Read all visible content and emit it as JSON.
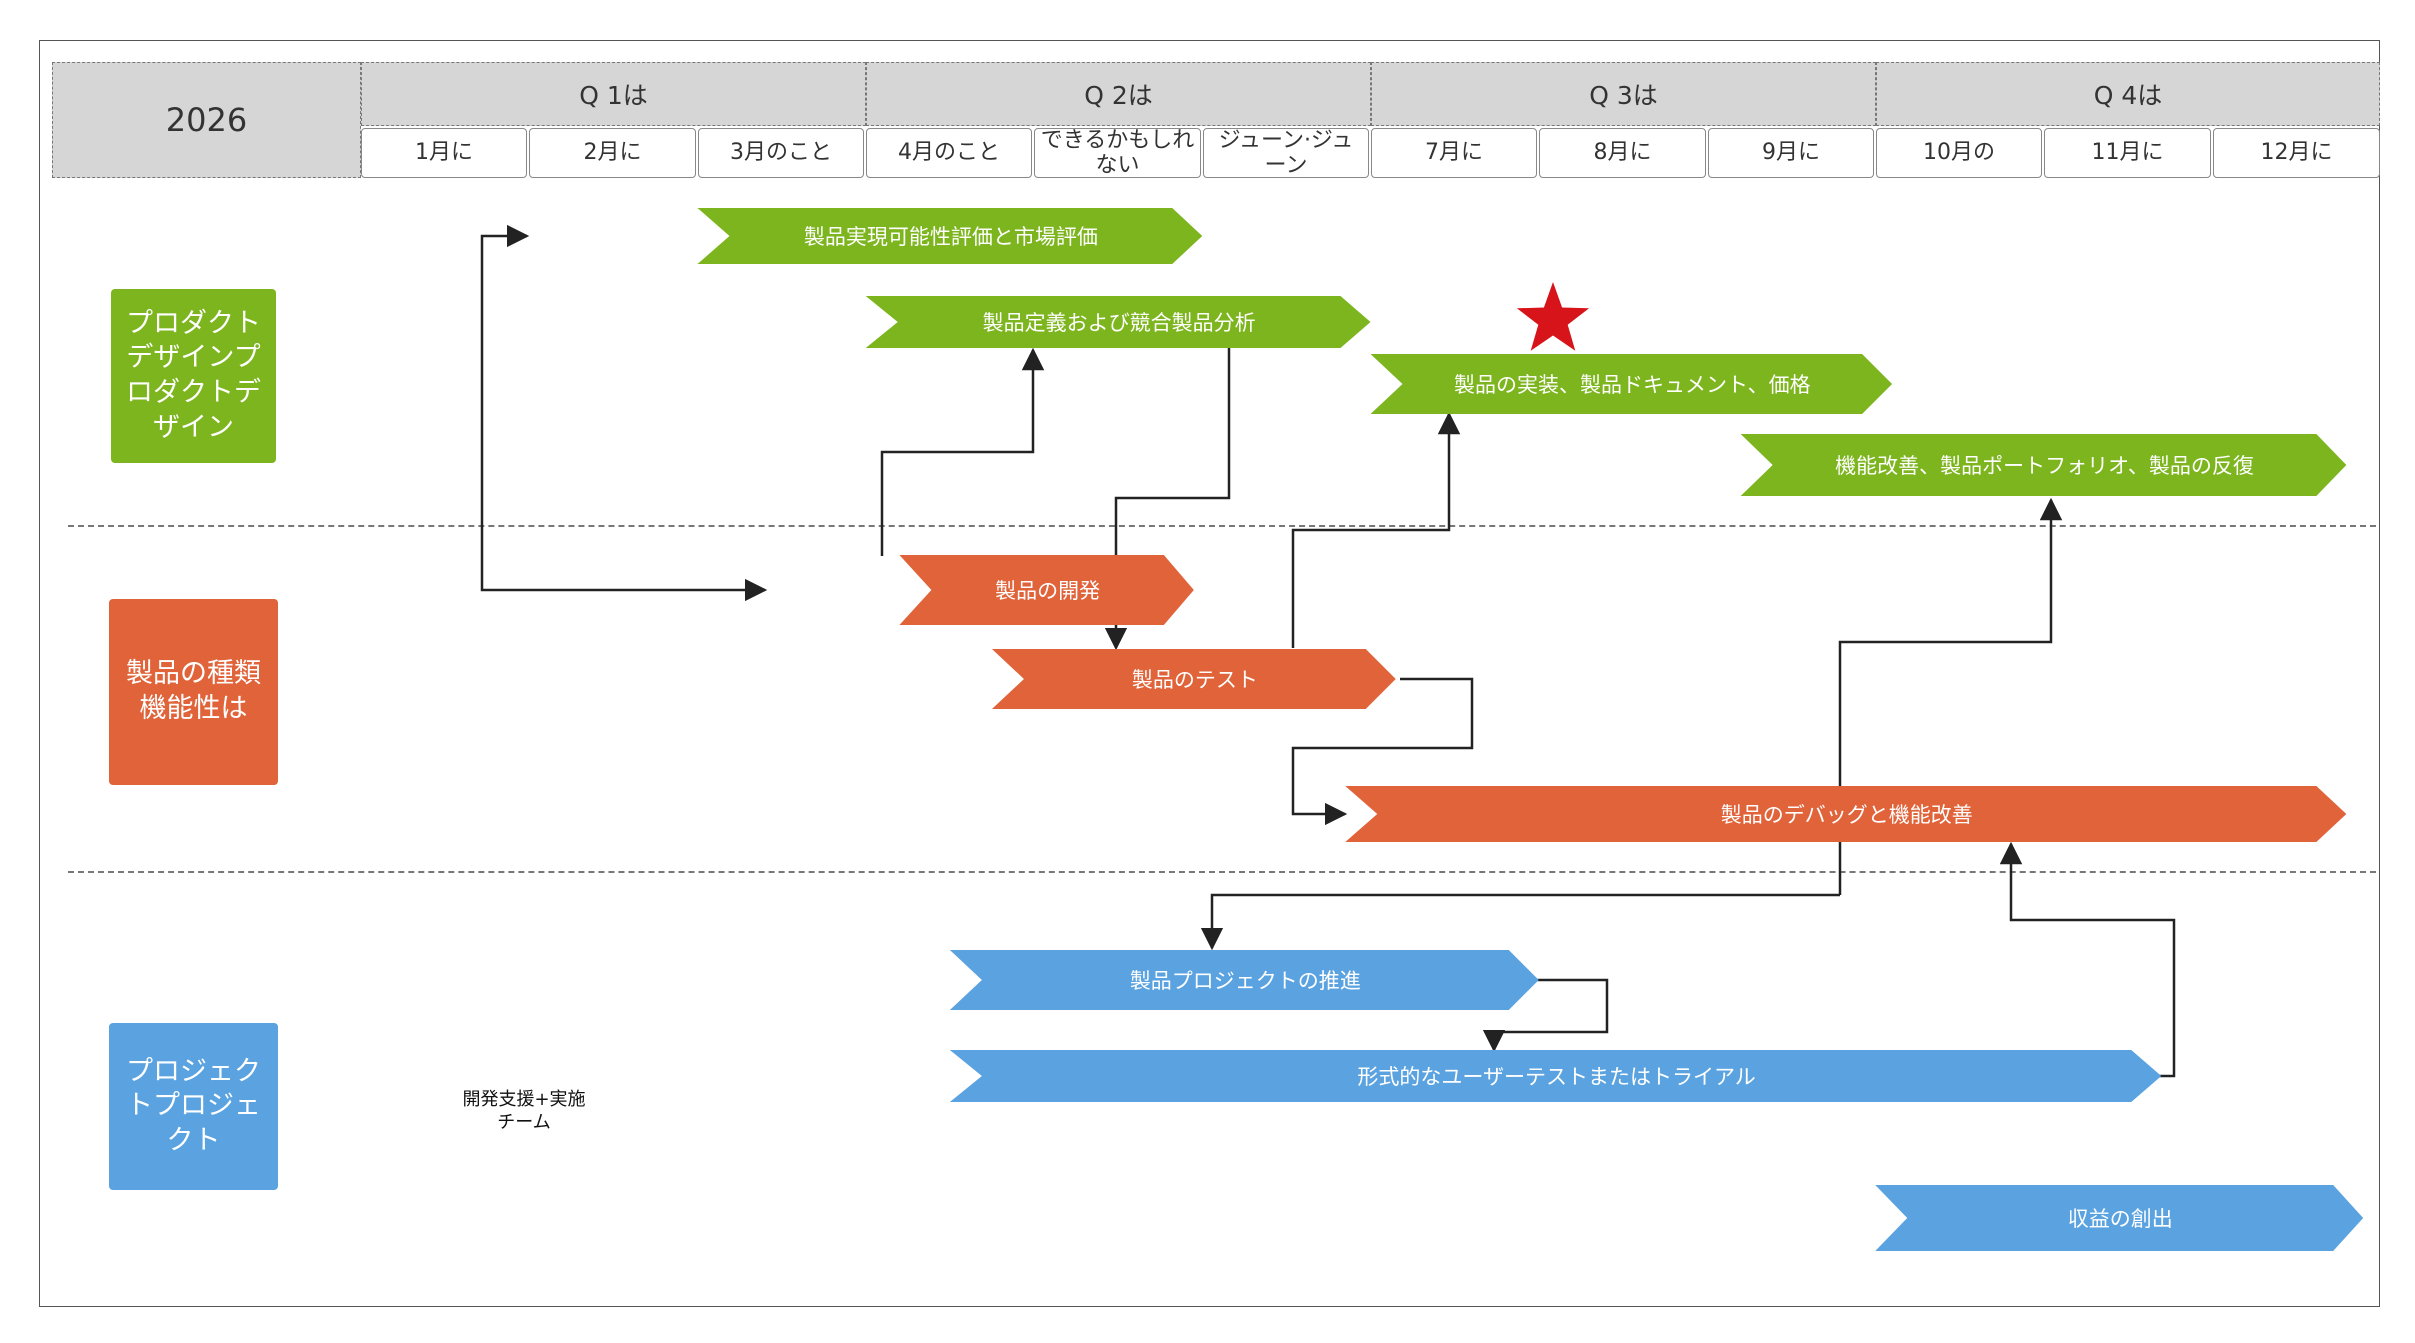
{
  "year": "2026",
  "quarters": [
    "Q 1は",
    "Q 2は",
    "Q 3は",
    "Q 4は"
  ],
  "months": [
    "1月に",
    "2月に",
    "3月のこと",
    "4月のこと",
    "できるかもしれない",
    "ジューン·ジューン",
    "7月に",
    "8月に",
    "9月に",
    "10月の",
    "11月に",
    "12月に"
  ],
  "lanes": [
    {
      "label": "プロダクトデザインプロダクトデザイン",
      "color": "#7db51e"
    },
    {
      "label": "製品の種類機能性は",
      "color": "#e0633a"
    },
    {
      "label": "プロジェクトプロジェクト",
      "color": "#5ba3e0"
    }
  ],
  "note": "開発支援+実施チーム",
  "tasks": [
    {
      "name": "製品実現可能性評価と市場評価",
      "lane": 0,
      "start": 2.0,
      "end": 5.0
    },
    {
      "name": "製品定義および競合製品分析",
      "lane": 0,
      "start": 3.0,
      "end": 6.0
    },
    {
      "name": "製品の実装、製品ドキュメント、価格",
      "lane": 0,
      "start": 6.0,
      "end": 9.1,
      "milestone": true
    },
    {
      "name": "機能改善、製品ポートフォリオ、製品の反復",
      "lane": 0,
      "start": 8.2,
      "end": 11.8
    },
    {
      "name": "製品の開発",
      "lane": 1,
      "start": 3.2,
      "end": 4.95
    },
    {
      "name": "製品のテスト",
      "lane": 1,
      "start": 3.75,
      "end": 6.15
    },
    {
      "name": "製品のデバッグと機能改善",
      "lane": 1,
      "start": 5.85,
      "end": 11.8
    },
    {
      "name": "製品プロジェクトの推進",
      "lane": 2,
      "start": 3.5,
      "end": 7.0
    },
    {
      "name": "形式的なユーザーテストまたはトライアル",
      "lane": 2,
      "start": 3.5,
      "end": 10.7
    },
    {
      "name": "収益の創出",
      "lane": 2,
      "start": 9.0,
      "end": 11.9
    }
  ],
  "colors": {
    "green": "#7db51e",
    "orange": "#e0633a",
    "blue": "#5ba3e0",
    "milestone": "#d7141a",
    "header": "#d6d6d6"
  }
}
